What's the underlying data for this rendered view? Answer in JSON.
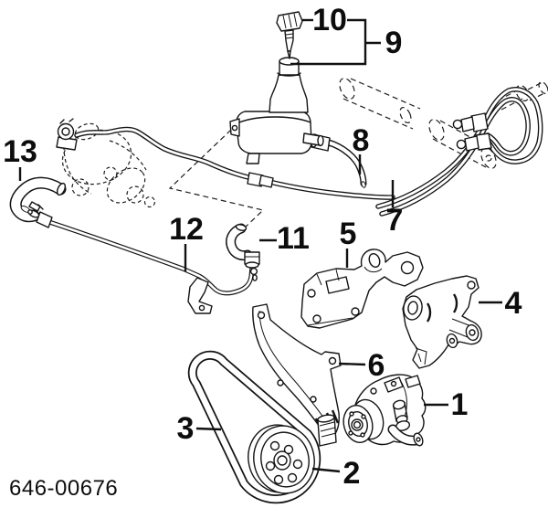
{
  "diagram": {
    "kind": "exploded-parts-line-diagram",
    "subject": "Power steering pump with brackets, V-belt, pulley, fluid reservoir, cap and hydraulic hoses; steering gear shown in phantom outline",
    "part_number": "646-00676",
    "background_color": "#ffffff",
    "line_color": "#141414"
  },
  "callouts": {
    "c1": "1",
    "c2": "2",
    "c3": "3",
    "c4": "4",
    "c5": "5",
    "c6": "6",
    "c7": "7",
    "c8": "8",
    "c9": "9",
    "c10": "10",
    "c11": "11",
    "c12": "12",
    "c13": "13"
  }
}
